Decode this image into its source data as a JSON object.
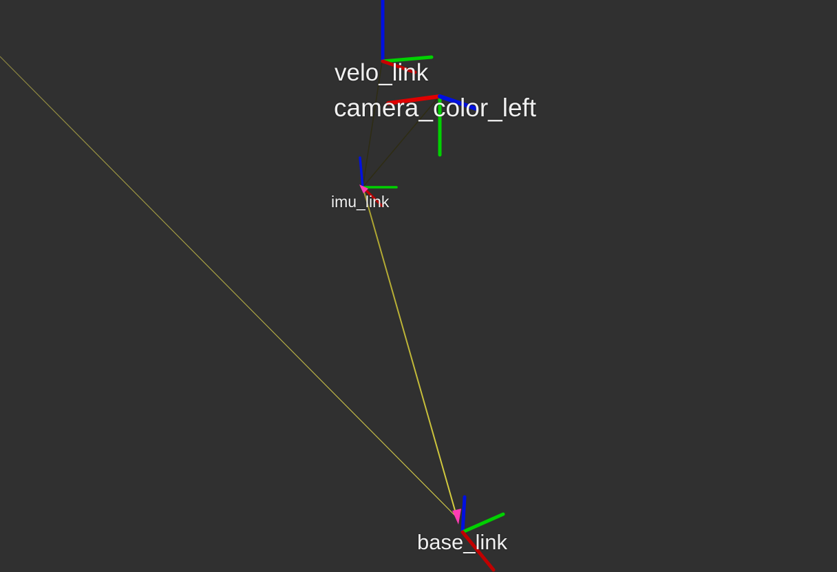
{
  "viewport": {
    "background": "#303030",
    "frames": [
      {
        "id": "velo_link",
        "label": "velo_link"
      },
      {
        "id": "camera_color_left",
        "label": "camera_color_left"
      },
      {
        "id": "imu_link",
        "label": "imu_link"
      },
      {
        "id": "base_link",
        "label": "base_link"
      }
    ],
    "axis_colors": {
      "x": "#e00000",
      "y": "#00d000",
      "z": "#0010e0"
    },
    "connection_colors": {
      "near_child": "#d8d040",
      "near_parent": "#202010"
    },
    "arrow_color": "#ff3cb4"
  }
}
